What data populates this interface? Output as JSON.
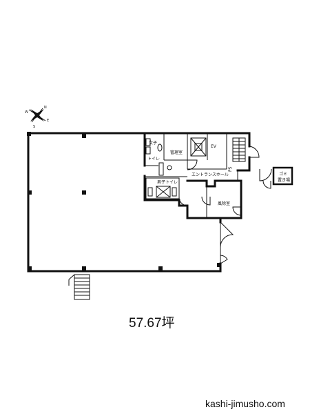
{
  "rooms": {
    "womens_toilet_line1": "女子",
    "womens_toilet_line2": "トイレ",
    "management_room": "管理室",
    "ev": "EV",
    "entrance_hall": "エントランスホール",
    "ps": "PS",
    "mens_toilet": "男子トイレ",
    "cleaning_room": "風除室",
    "garbage_line1": "ゴミ",
    "garbage_line2": "置き場"
  },
  "area": "57.67坪",
  "footer": {
    "site": "kashi-jimusho.com"
  },
  "compass": {
    "north": "N",
    "east": "E",
    "south": "S",
    "west": "W"
  }
}
